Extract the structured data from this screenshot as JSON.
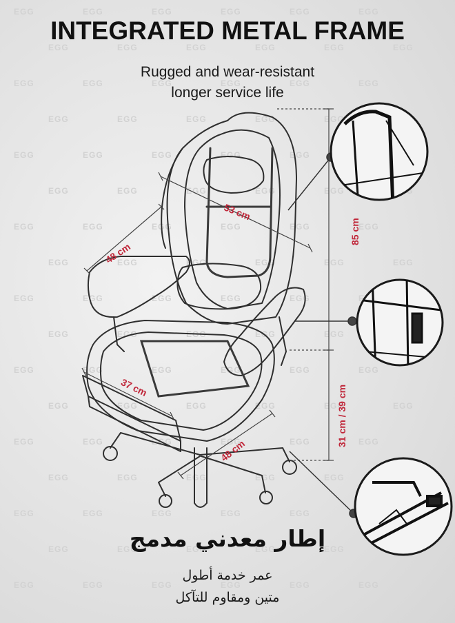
{
  "header": {
    "title": "INTEGRATED METAL FRAME",
    "subtitle_line1": "Rugged and wear-resistant",
    "subtitle_line2": "longer service life"
  },
  "dimensions": {
    "seat_width_top": "53 cm",
    "arm_depth": "48 cm",
    "height_total": "85 cm",
    "seat_depth": "37 cm",
    "base_depth": "48 cm",
    "seat_height": "31 cm / 39 cm"
  },
  "arabic": {
    "title": "إطار معدني مدمج",
    "line1": "عمر خدمة أطول",
    "line2": "متين ومقاوم للتآكل"
  },
  "watermark_text": "EGG",
  "colors": {
    "dimension": "#c0273a",
    "outline": "#2a2a2a",
    "frame": "#111111"
  }
}
